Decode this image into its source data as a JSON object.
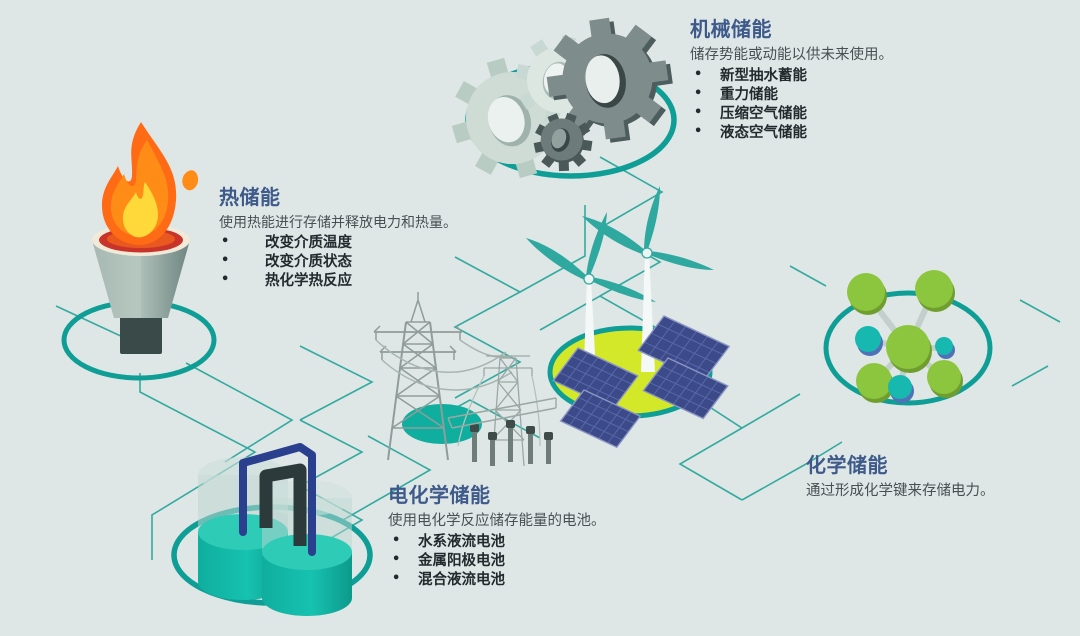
{
  "diagram": {
    "title_semantic": "energy-storage-types-infographic",
    "background_color": "#dfe7e6",
    "accent_teal": "#0e9e96",
    "heading_color": "#3d5a8a",
    "body_color": "#4a4f52",
    "bullet_color": "#232a2e"
  },
  "nodes": {
    "mechanical": {
      "heading": "机械储能",
      "lead": "储存势能或动能以供未来使用。",
      "bullets": [
        "新型抽水蓄能",
        "重力储能",
        "压缩空气储能",
        "液态空气储能"
      ],
      "icon": "gears-icon"
    },
    "thermal": {
      "heading": "热储能",
      "lead": "使用热能进行存储并释放电力和热量。",
      "bullets": [
        "改变介质温度",
        "改变介质状态",
        "热化学热反应"
      ],
      "icon": "torch-flame-icon"
    },
    "electrochemical": {
      "heading": "电化学储能",
      "lead": "使用电化学反应储存能量的电池。",
      "bullets": [
        "水系液流电池",
        "金属阳极电池",
        "混合液流电池"
      ],
      "icon": "flow-battery-tanks-icon"
    },
    "chemical": {
      "heading": "化学储能",
      "lead": "通过形成化学键来存储电力。",
      "bullets": [],
      "icon": "molecule-icon"
    },
    "grid": {
      "icon": "transmission-tower-icon"
    },
    "renewables": {
      "icon": "solar-panel-wind-turbine-icon"
    }
  }
}
